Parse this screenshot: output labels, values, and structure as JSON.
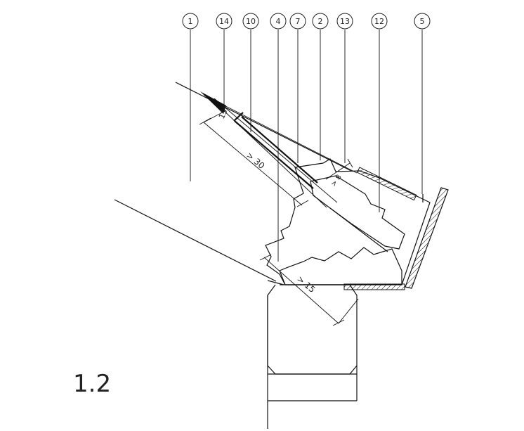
{
  "callouts": [
    {
      "n": "1"
    },
    {
      "n": "14"
    },
    {
      "n": "10"
    },
    {
      "n": "4"
    },
    {
      "n": "7"
    },
    {
      "n": "2"
    },
    {
      "n": "13"
    },
    {
      "n": "12"
    },
    {
      "n": "5"
    }
  ],
  "dims": {
    "d30": "> 30",
    "d15": "> 15",
    "angle": "15°",
    "d8": "> 8"
  },
  "section_label": "1.2"
}
